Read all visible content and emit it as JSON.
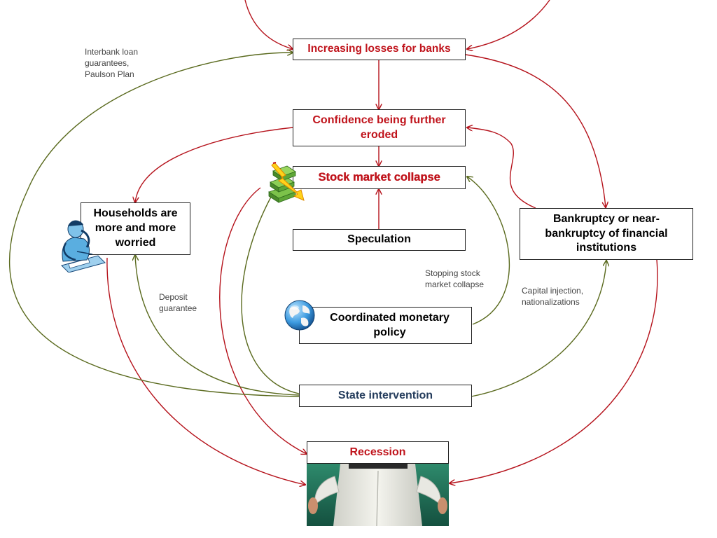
{
  "nodes": {
    "increasing_losses": "Increasing losses for banks",
    "confidence": "Confidence being further eroded",
    "stock_collapse": "Stock market collapse",
    "speculation": "Speculation",
    "households": "Households are more and more worried",
    "bankruptcy": "Bankruptcy or near-bankruptcy of financial institutions",
    "coordinated_policy": "Coordinated monetary policy",
    "state_intervention": "State intervention",
    "recession": "Recession"
  },
  "notes": {
    "interbank": "Interbank loan guarantees, Paulson Plan",
    "deposit": "Deposit guarantee",
    "stopping": "Stopping stock market collapse",
    "capital": "Capital injection, nationalizations"
  },
  "colors": {
    "red_arrow": "#b5121b",
    "green_arrow": "#5a6a1e",
    "red_text": "#c0141c",
    "blue_text": "#243c5c"
  },
  "icons": [
    "stock-chart-icon",
    "worried-person-icon",
    "globe-icon",
    "empty-pockets-photo"
  ]
}
